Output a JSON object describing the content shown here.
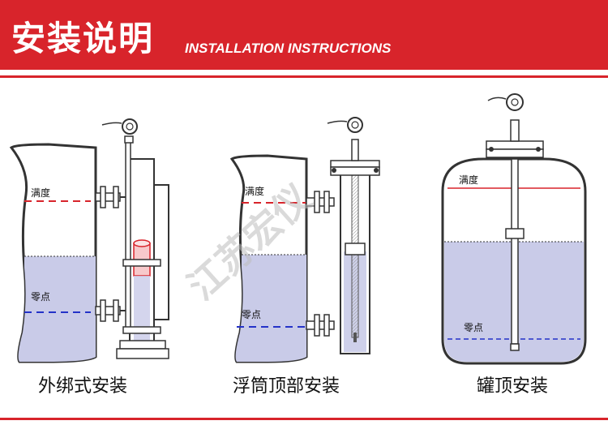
{
  "header": {
    "title_cn": "安装说明",
    "title_en": "INSTALLATION INSTRUCTIONS"
  },
  "watermark": "江苏宏仪",
  "colors": {
    "brand_red": "#d8242b",
    "liquid": "#c9cbe8",
    "full_line": "#d8242b",
    "zero_line": "#2432c8"
  },
  "diagrams": [
    {
      "caption": "外绑式安装",
      "full_label": "满度",
      "zero_label": "零点"
    },
    {
      "caption": "浮筒顶部安装",
      "full_label": "满度",
      "zero_label": "零点"
    },
    {
      "caption": "罐顶安装",
      "full_label": "满度",
      "zero_label": "零点"
    }
  ]
}
